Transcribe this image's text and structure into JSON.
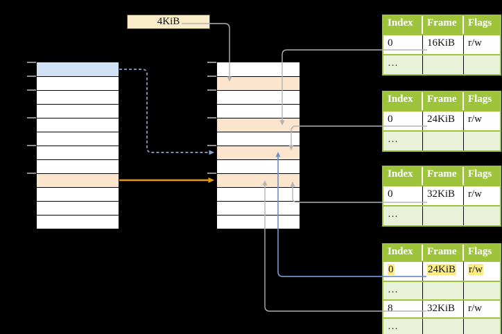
{
  "colors": {
    "background": "#000000",
    "table-green": "#9ec43c",
    "table-light-green": "#e9f1d8",
    "row-blue": "#cfe1f3",
    "row-orange": "#fce5cd",
    "label-cream": "#faecc9",
    "highlight-yellow": "#ffec7f",
    "conn-gray": "#b3b3b3",
    "conn-blue": "#6f92cc",
    "conn-blue-dashed": "#8aa5d8",
    "conn-orange": "#e59c00",
    "tick-gray": "#8f8f8f"
  },
  "page_size_label": "4KiB",
  "virtual_memory": {
    "rows": [
      "blue",
      "white",
      "white",
      "white",
      "white",
      "white",
      "white",
      "white",
      "orange",
      "white",
      "white",
      "white"
    ],
    "tick_offsets": [
      0,
      20,
      40,
      80,
      120,
      160
    ]
  },
  "physical_memory": {
    "rows": [
      "white",
      "orange",
      "white",
      "white",
      "orange",
      "white",
      "orange",
      "white",
      "orange",
      "white",
      "white",
      "white"
    ],
    "tick_offsets": [
      0,
      20,
      40,
      80,
      120,
      160
    ]
  },
  "page_tables": [
    {
      "headers": [
        "Index",
        "Frame",
        "Flags"
      ],
      "rows": [
        {
          "index": "0",
          "frame": "16KiB",
          "flags": "r/w"
        },
        {
          "index": "…",
          "frame": "",
          "flags": ""
        }
      ]
    },
    {
      "headers": [
        "Index",
        "Frame",
        "Flags"
      ],
      "rows": [
        {
          "index": "0",
          "frame": "24KiB",
          "flags": "r/w"
        },
        {
          "index": "…",
          "frame": "",
          "flags": ""
        }
      ]
    },
    {
      "headers": [
        "Index",
        "Frame",
        "Flags"
      ],
      "rows": [
        {
          "index": "0",
          "frame": "32KiB",
          "flags": "r/w"
        },
        {
          "index": "…",
          "frame": "",
          "flags": ""
        }
      ]
    },
    {
      "headers": [
        "Index",
        "Frame",
        "Flags"
      ],
      "rows": [
        {
          "index": "0",
          "frame": "24KiB",
          "flags": "r/w"
        },
        {
          "index": "…",
          "frame": "",
          "flags": ""
        },
        {
          "index": "8",
          "frame": "32KiB",
          "flags": "r/w"
        },
        {
          "index": "…",
          "frame": "",
          "flags": ""
        }
      ]
    }
  ]
}
